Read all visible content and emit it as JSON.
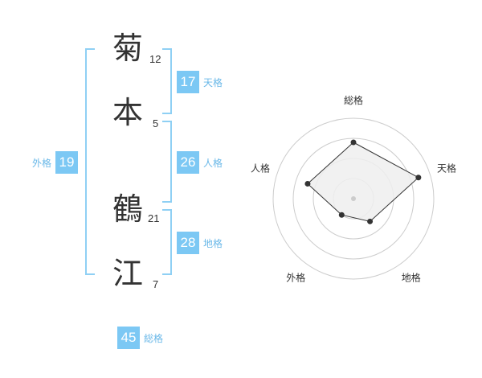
{
  "name": {
    "chars": [
      {
        "char": "菊",
        "strokes": "12"
      },
      {
        "char": "本",
        "strokes": "5"
      },
      {
        "char": "鶴",
        "strokes": "21"
      },
      {
        "char": "江",
        "strokes": "7"
      }
    ]
  },
  "scores": {
    "tenkaku": {
      "value": "17",
      "label": "天格"
    },
    "jinkaku": {
      "value": "26",
      "label": "人格"
    },
    "chikaku": {
      "value": "28",
      "label": "地格"
    },
    "gaikaku": {
      "value": "19",
      "label": "外格"
    },
    "soukaku": {
      "value": "45",
      "label": "総格"
    }
  },
  "colors": {
    "accent": "#7cc8f4",
    "bracket": "#8fd0f4",
    "label_text": "#6ab8e8"
  },
  "chart_data": {
    "type": "radar",
    "axes": [
      "総格",
      "天格",
      "地格",
      "外格",
      "人格"
    ],
    "values": [
      0.7,
      0.85,
      0.35,
      0.25,
      0.6
    ],
    "rings": 4,
    "fill": "#eeeeee",
    "stroke": "#333333"
  }
}
